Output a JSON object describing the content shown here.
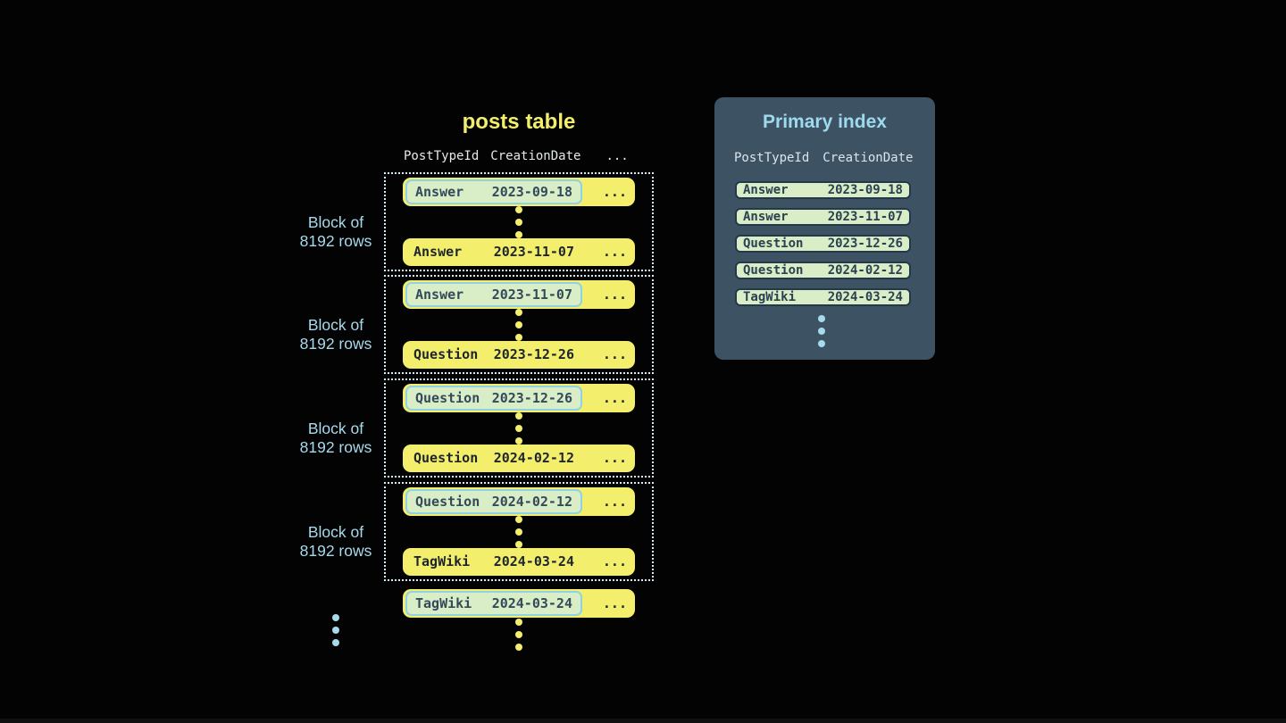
{
  "colors": {
    "bg": "#030303",
    "yellow": "#f3ef6c",
    "light-blue": "#a7daec",
    "panel-bg": "#3d5363",
    "panel-title": "#9ed9ee",
    "header-text": "#e4e9ec",
    "badge-green": "#d9eec6",
    "badge-blue-border": "#8fd2e8",
    "badge-dark-border": "#24384b",
    "dark-text": "#1f252d",
    "badge-text": "#33495c",
    "dotted-border": "#d7edf6"
  },
  "posts_table": {
    "title": "posts table",
    "header": {
      "col1": "PostTypeId",
      "col2": "CreationDate",
      "col3": "..."
    },
    "block_label": {
      "line1": "Block of",
      "line2": "8192 rows"
    },
    "blocks": [
      {
        "first": {
          "type": "Answer",
          "date": "2023-09-18",
          "more": "..."
        },
        "last": {
          "type": "Answer",
          "date": "2023-11-07",
          "more": "..."
        }
      },
      {
        "first": {
          "type": "Answer",
          "date": "2023-11-07",
          "more": "..."
        },
        "last": {
          "type": "Question",
          "date": "2023-12-26",
          "more": "..."
        }
      },
      {
        "first": {
          "type": "Question",
          "date": "2023-12-26",
          "more": "..."
        },
        "last": {
          "type": "Question",
          "date": "2024-02-12",
          "more": "..."
        }
      },
      {
        "first": {
          "type": "Question",
          "date": "2024-02-12",
          "more": "..."
        },
        "last": {
          "type": "TagWiki",
          "date": "2024-03-24",
          "more": "..."
        }
      }
    ],
    "overflow_row": {
      "type": "TagWiki",
      "date": "2024-03-24",
      "more": "..."
    }
  },
  "primary_index": {
    "title": "Primary index",
    "header": {
      "col1": "PostTypeId",
      "col2": "CreationDate"
    },
    "rows": [
      {
        "type": "Answer",
        "date": "2023-09-18"
      },
      {
        "type": "Answer",
        "date": "2023-11-07"
      },
      {
        "type": "Question",
        "date": "2023-12-26"
      },
      {
        "type": "Question",
        "date": "2024-02-12"
      },
      {
        "type": "TagWiki",
        "date": "2024-03-24"
      }
    ]
  }
}
